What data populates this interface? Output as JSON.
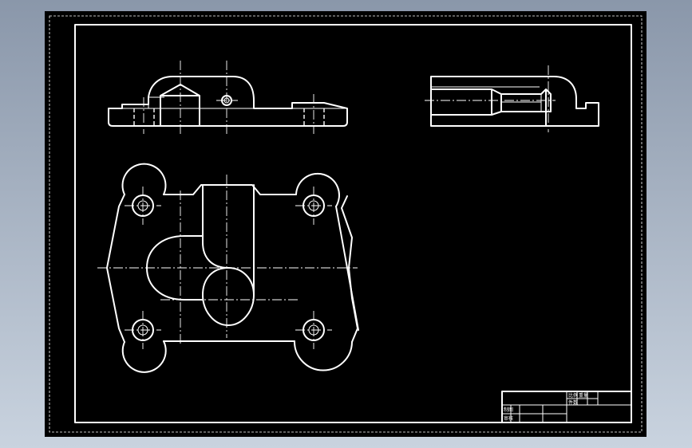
{
  "drawing": {
    "background_color": "#000000",
    "line_color": "#ffffff",
    "views": [
      "front-view",
      "side-view",
      "top-view"
    ]
  },
  "title_block": {
    "cells": [
      "比例",
      "件数",
      "重量",
      "制图",
      "审核"
    ]
  }
}
